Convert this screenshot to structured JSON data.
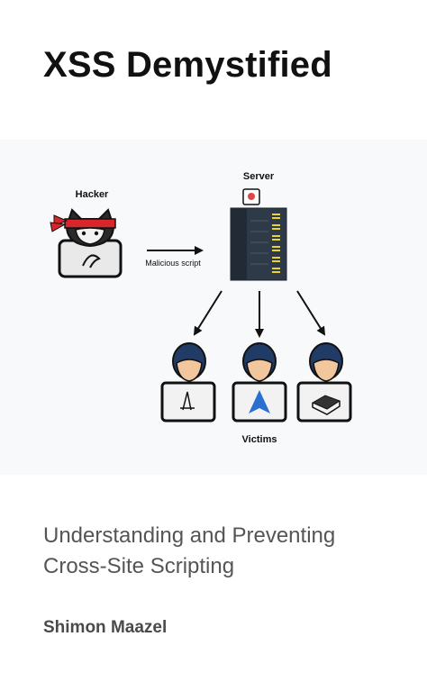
{
  "book": {
    "title": "XSS Demystified",
    "subtitle": "Understanding and Preventing Cross-Site Scripting",
    "author": "Shimon Maazel"
  },
  "figure": {
    "hacker_label": "Hacker",
    "server_label": "Server",
    "arrow_label": "Malicious script",
    "victims_label": "Victims",
    "icons": [
      "hacker-icon",
      "server-icon",
      "victim-icon",
      "laptop-icon",
      "arrow-icon"
    ]
  }
}
